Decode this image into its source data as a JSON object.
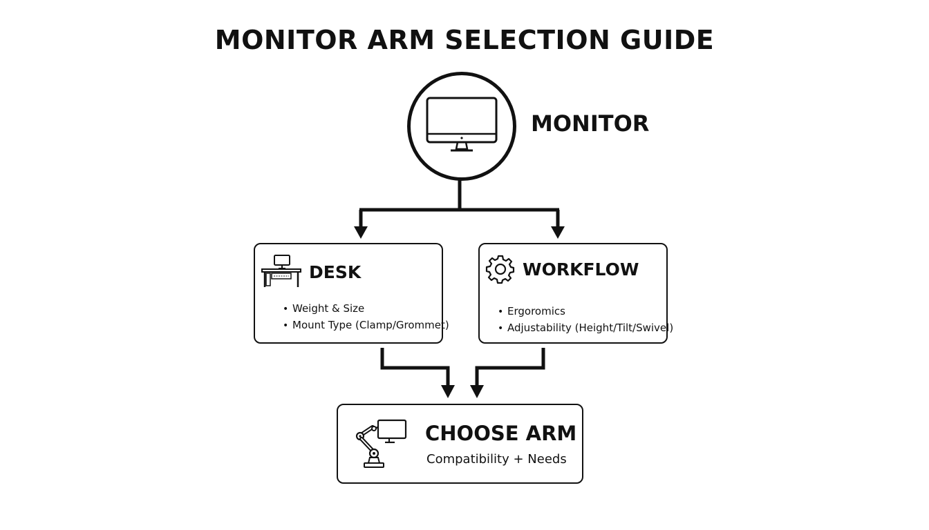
{
  "title": "MONITOR ARM SELECTION GUIDE",
  "monitor": {
    "label": "MONITOR",
    "icon": "monitor-icon"
  },
  "desk": {
    "title": "DESK",
    "icon": "desk-icon",
    "items": [
      "Weight & Size",
      "Mount Type (Clamp/Grommet)"
    ]
  },
  "workflow": {
    "title": "WORKFLOW",
    "icon": "gear-icon",
    "items": [
      "Ergoromics",
      "Adjustability (Height/Tilt/Swivel)"
    ]
  },
  "choose": {
    "title": "CHOOSE ARM",
    "subtitle": "Compatibility + Needs",
    "icon": "robot-arm-monitor-icon"
  },
  "colors": {
    "stroke": "#111111",
    "background": "#ffffff"
  }
}
